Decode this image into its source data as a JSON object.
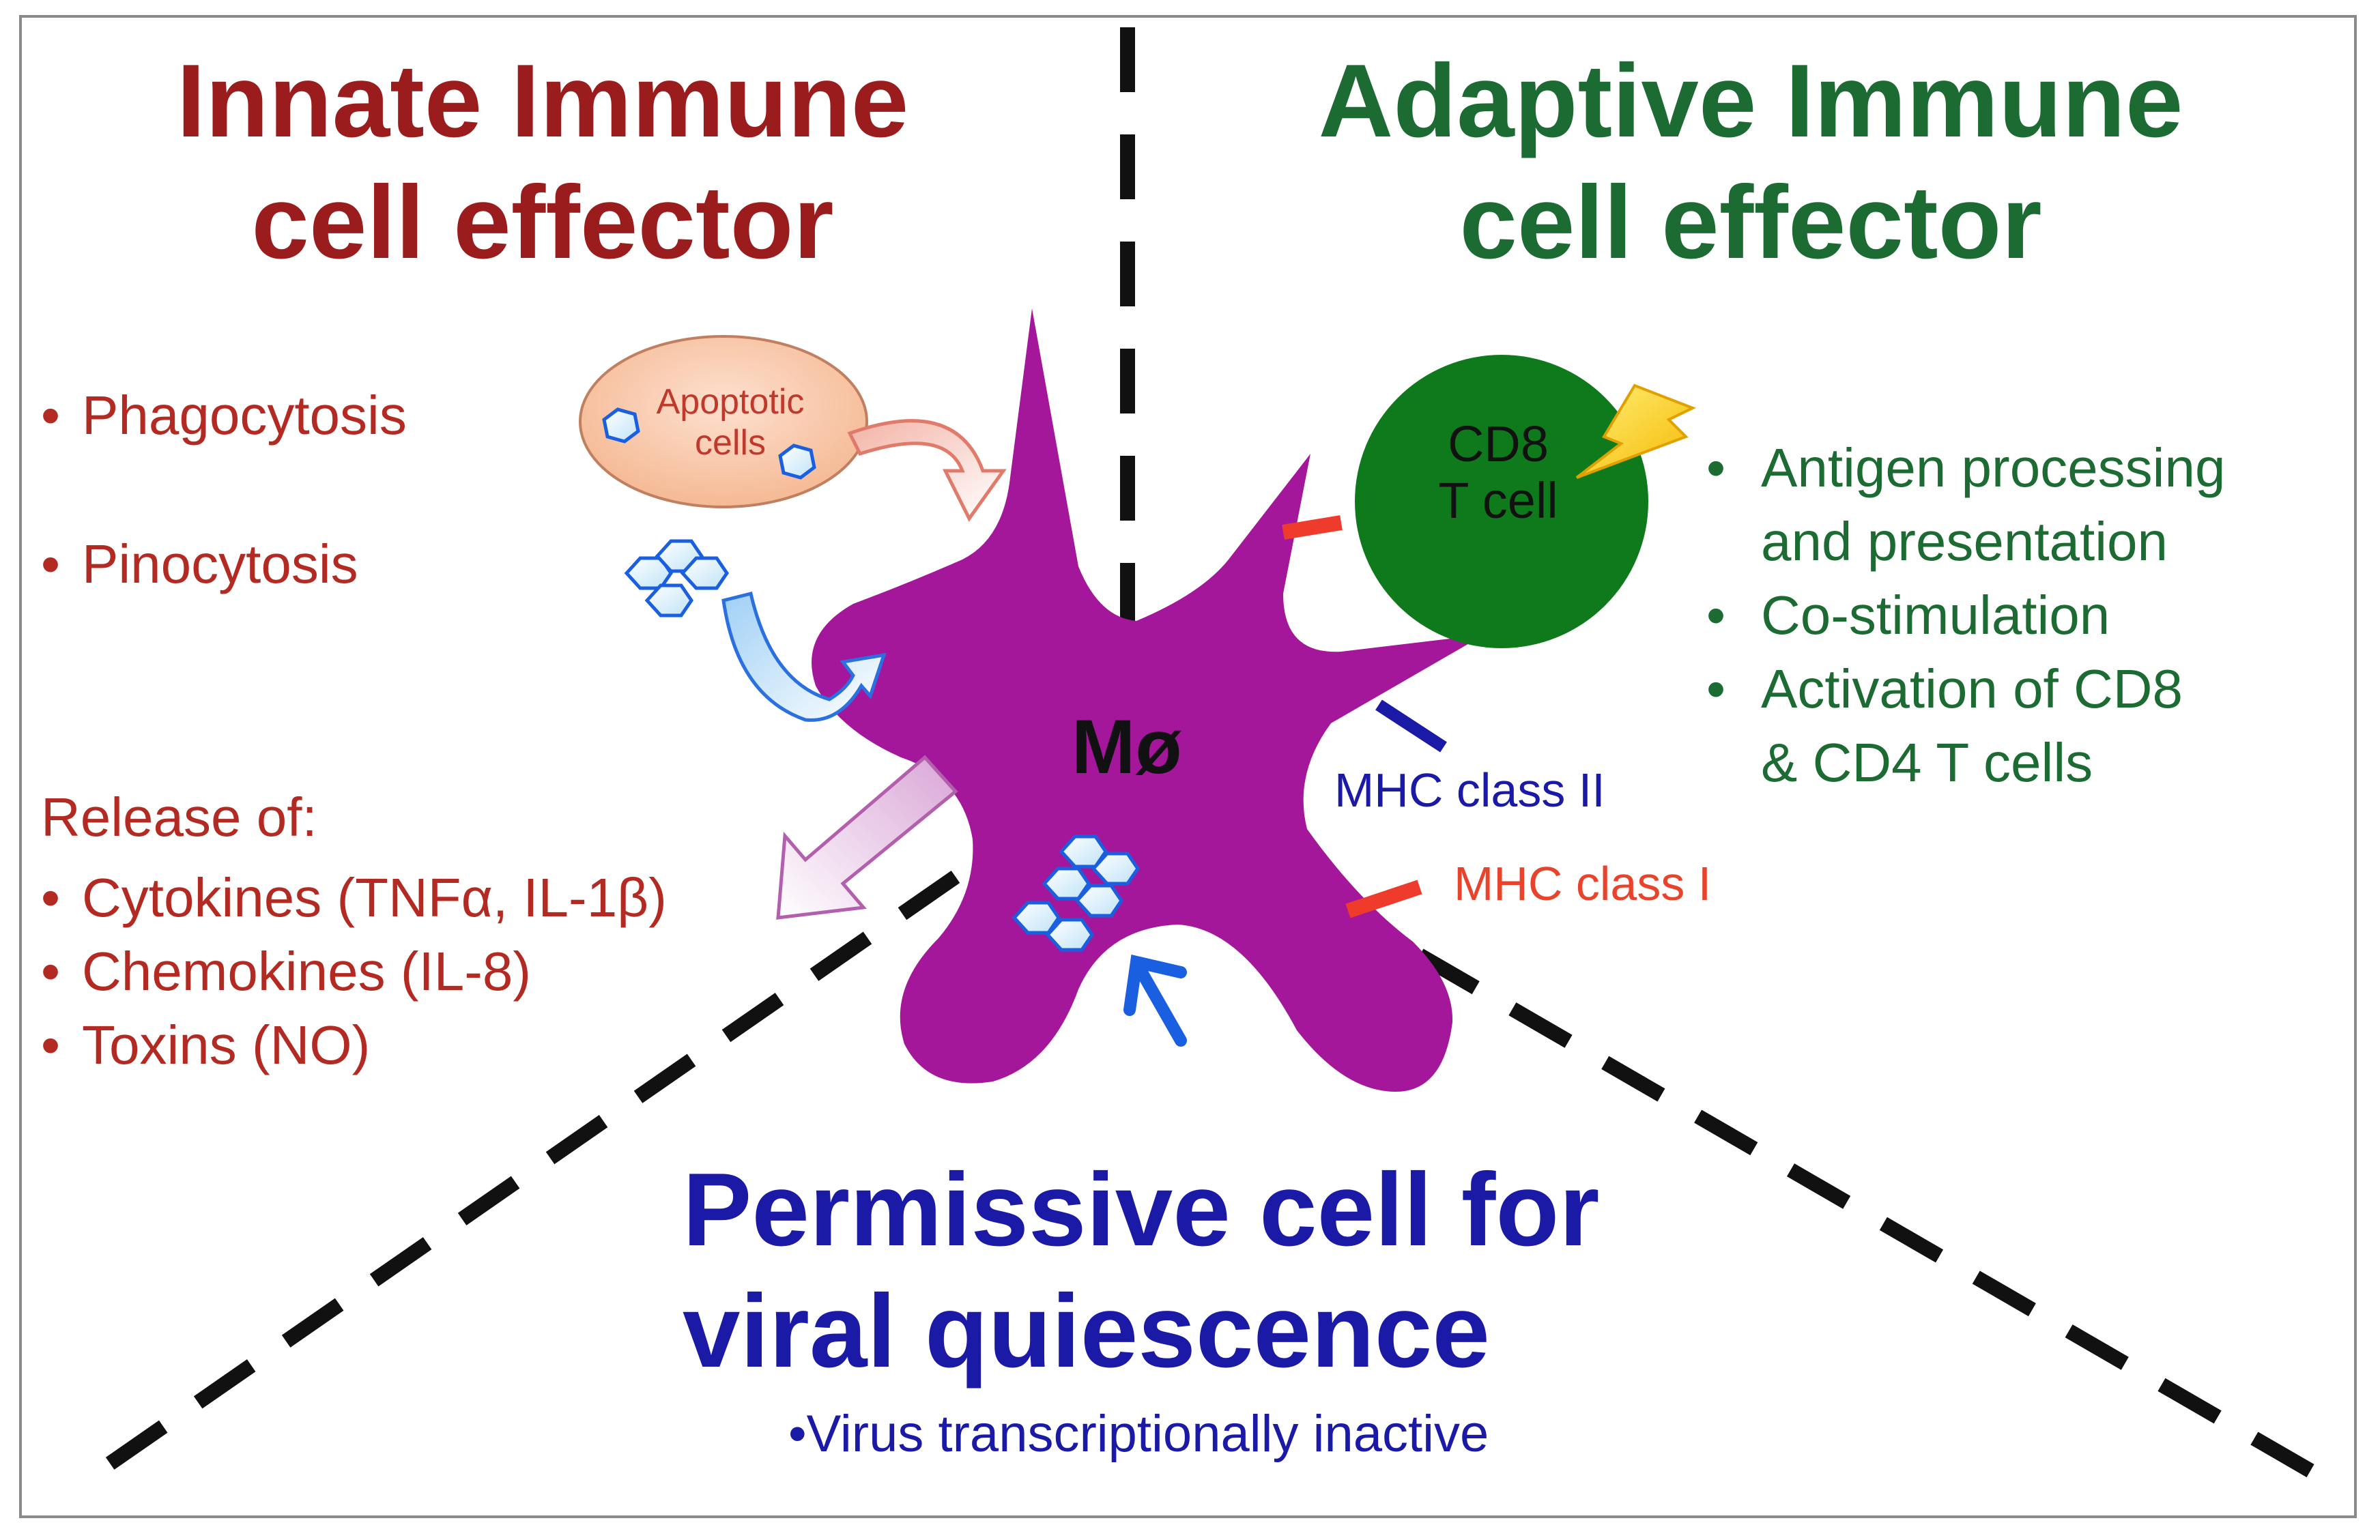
{
  "innate": {
    "title_line1": "Innate Immune",
    "title_line2": "cell effector",
    "uptake_items": [
      "Phagocytosis",
      "Pinocytosis"
    ],
    "release_label": "Release of:",
    "release_items": [
      "Cytokines (TNFα, IL-1β)",
      "Chemokines (IL-8)",
      "Toxins (NO)"
    ],
    "apoptotic_label_line1": "Apoptotic",
    "apoptotic_label_line2": "cells"
  },
  "adaptive": {
    "title_line1": "Adaptive Immune",
    "title_line2": "cell effector",
    "cd8_line1": "CD8",
    "cd8_line2": "T cell",
    "items": [
      "Antigen processing",
      "and presentation",
      "Co-stimulation",
      "Activation of CD8",
      "& CD4 T cells"
    ],
    "mhc_class_ii": "MHC class II",
    "mhc_class_i": "MHC class I"
  },
  "permissive": {
    "title_line1": "Permissive cell for",
    "title_line2": "viral quiescence",
    "note": "•Virus transcriptionally inactive"
  },
  "macrophage_label": "Mø",
  "colors": {
    "innate_red": "#9b1c1c",
    "adaptive_green": "#1c6b32",
    "permissive_blue": "#1a1aa6",
    "macrophage_magenta": "#a4179a",
    "cd8_green": "#0f7a1c"
  }
}
